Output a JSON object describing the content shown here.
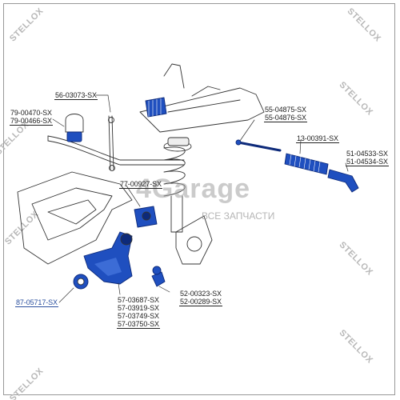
{
  "watermarks": {
    "brand": "STELLOX",
    "site": "4Garage",
    "site_tagline": "ВСЕ ЗАПЧАСТИ"
  },
  "part_labels": {
    "stabilizer_link": [
      "56-03073-SX"
    ],
    "stabilizer_bushing": [
      "79-00470-SX",
      "79-00466-SX"
    ],
    "tie_rod_inner": [
      "55-04875-SX",
      "55-04876-SX"
    ],
    "steering_boot": [
      "13-00391-SX"
    ],
    "tie_rod_end": [
      "51-04533-SX",
      "51-04534-SX"
    ],
    "strut_bushing": [
      "77-00927-SX"
    ],
    "arm_silentblock": [
      "87-05717-SX"
    ],
    "ball_joint": [
      "52-00323-SX",
      "52-00289-SX"
    ],
    "control_arm": [
      "57-03687-SX",
      "57-03919-SX",
      "57-03749-SX",
      "57-03750-SX"
    ]
  },
  "colors": {
    "part_highlight": "#1f4fbf",
    "part_dark": "#0d2a7a",
    "line_art": "#333333",
    "label_blue": "#2a4f9e"
  }
}
